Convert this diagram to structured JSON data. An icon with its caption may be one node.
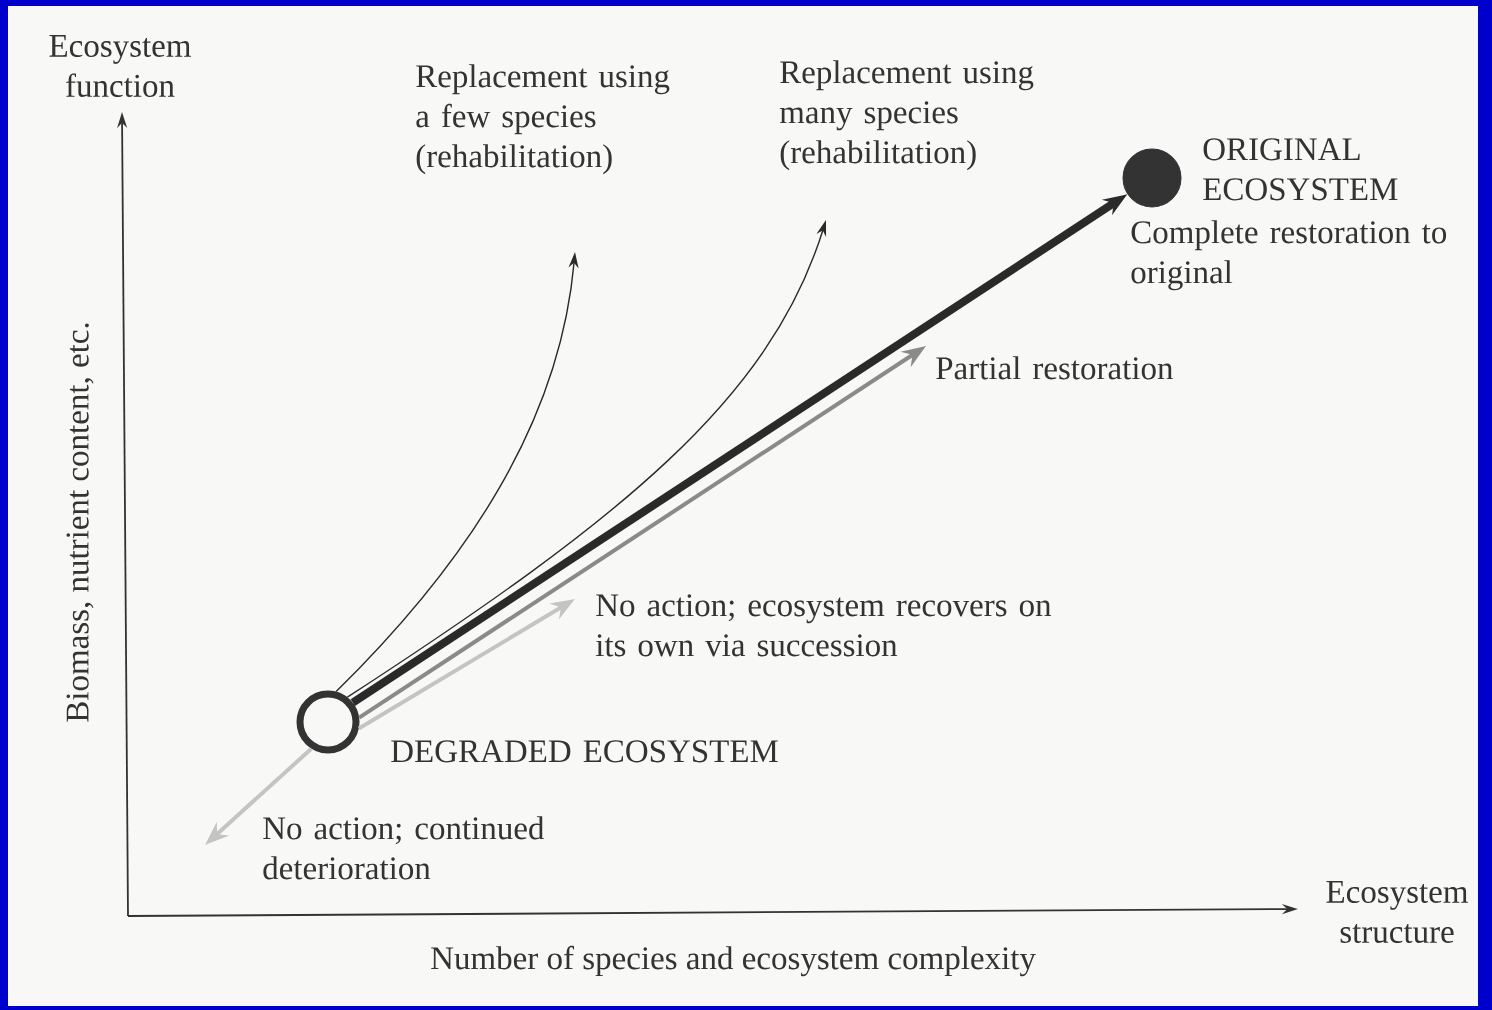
{
  "diagram": {
    "nodes": [
      {
        "text": [],
        "shape": "circle",
        "beside": [
          "DEGRADED ECOSYSTEM"
        ]
      },
      {
        "text": [],
        "shape": "circle",
        "beside": [
          "ORIGINAL ECOSYSTEM"
        ]
      }
    ],
    "edges": [
      {
        "from": 0,
        "to": null,
        "arrow": "to",
        "label": "Replacement using a few species (rehabilitation)"
      },
      {
        "from": 0,
        "to": null,
        "arrow": "to",
        "label": "Replacement using many species (rehabilitation)"
      },
      {
        "from": 0,
        "to": 1,
        "arrow": "to",
        "style": "thick",
        "label": "Complete restoration to original"
      },
      {
        "from": 0,
        "to": null,
        "arrow": "to",
        "color": "#8a8a8a",
        "label": "Partial restoration"
      },
      {
        "from": 0,
        "to": null,
        "arrow": "to",
        "color": "#c4c4c4",
        "label": "No action; ecosystem recovers on its own via succession"
      },
      {
        "from": 0,
        "to": null,
        "arrow": "to",
        "color": "#c4c4c4",
        "label": "No action; continued deterioration"
      }
    ],
    "labels": [
      "Ecosystem function",
      "Biomass, nutrient content, etc.",
      "Ecosystem structure",
      "Number of species and ecosystem complexity"
    ]
  }
}
